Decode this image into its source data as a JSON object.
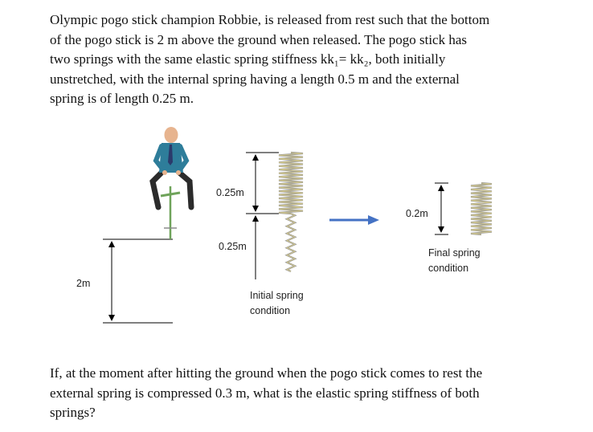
{
  "problem": {
    "intro_lines": [
      "Olympic pogo stick champion Robbie, is released from rest such that the bottom",
      "of the pogo stick is 2 m above the ground when released. The pogo stick has",
      "two springs with the same elastic spring stiffness kk₁= kk₂, both initially",
      "unstretched, with the internal spring having a length 0.5 m and the external",
      "spring is of length 0.25 m."
    ],
    "question_lines": [
      "If, at the moment after hitting the ground when the pogo stick comes to rest the",
      "external spring is compressed 0.3 m, what is the elastic spring stiffness of both",
      "springs?"
    ]
  },
  "diagram": {
    "labels": {
      "drop_height": "2m",
      "upper_spring_length": "0.25m",
      "lower_spring_length": "0.25m",
      "final_length": "0.2m",
      "initial_caption_line1": "Initial spring",
      "initial_caption_line2": "condition",
      "final_caption_line1": "Final spring",
      "final_caption_line2": "condition"
    },
    "colors": {
      "arrow": "#4472c4",
      "spring": "#9a9a9a",
      "spring_accent": "#d8cc88",
      "shirt": "#2e7d9a",
      "trousers": "#2b2b2b",
      "skin": "#e7b48f",
      "pogo_stick": "#6fa35a"
    },
    "icons": [
      "pogo-jumper-figure",
      "coil-spring-icon",
      "right-arrow-icon"
    ]
  }
}
